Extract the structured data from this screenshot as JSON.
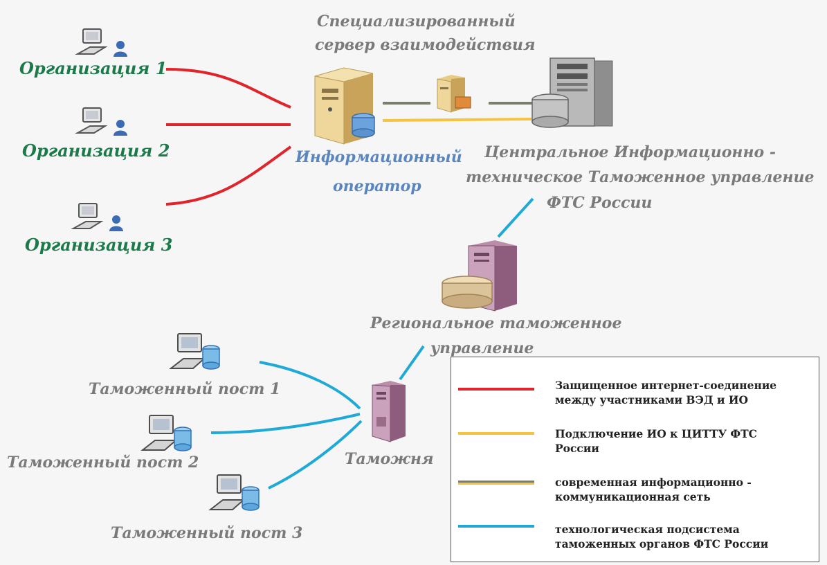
{
  "organizations": [
    {
      "label": "Организация 1"
    },
    {
      "label": "Организация 2"
    },
    {
      "label": "Организация 3"
    }
  ],
  "io": {
    "server_title": "Специализированный сервер взаимодействия",
    "server_title_line1": "Специализированный",
    "server_title_line2": "сервер взаимодействия",
    "label_line1": "Информационный",
    "label_line2": "оператор"
  },
  "central": {
    "line1": "Центральное Информационно -",
    "line2": "техническое Таможенное управление",
    "line3": "ФТС России"
  },
  "regional": {
    "line1": "Региональное  таможенное",
    "line2": "управление"
  },
  "customs": {
    "label": "Таможня"
  },
  "posts": [
    {
      "label": "Таможенный пост 1"
    },
    {
      "label": "Таможенный пост 2"
    },
    {
      "label": "Таможенный пост 3"
    }
  ],
  "legend": {
    "items": [
      {
        "line1": "Защищенное интернет-соединение",
        "line2": "между участниками ВЭД и ИО",
        "color": "#e0242b"
      },
      {
        "line1": "Подключение ИО к  ЦИТТУ ФТС",
        "line2": "России",
        "color": "#f5c542"
      },
      {
        "line1": "современная информационно -",
        "line2": "коммуникационная сеть",
        "color": "#7d7d6e"
      },
      {
        "line1": "технологическая подсистема",
        "line2": "таможенных органов ФТС России",
        "color": "#1fa9d6"
      }
    ]
  },
  "colors": {
    "red": "#e0242b",
    "yellow": "#f5c542",
    "gray": "#7d7d6e",
    "blue": "#1fa9d6"
  }
}
